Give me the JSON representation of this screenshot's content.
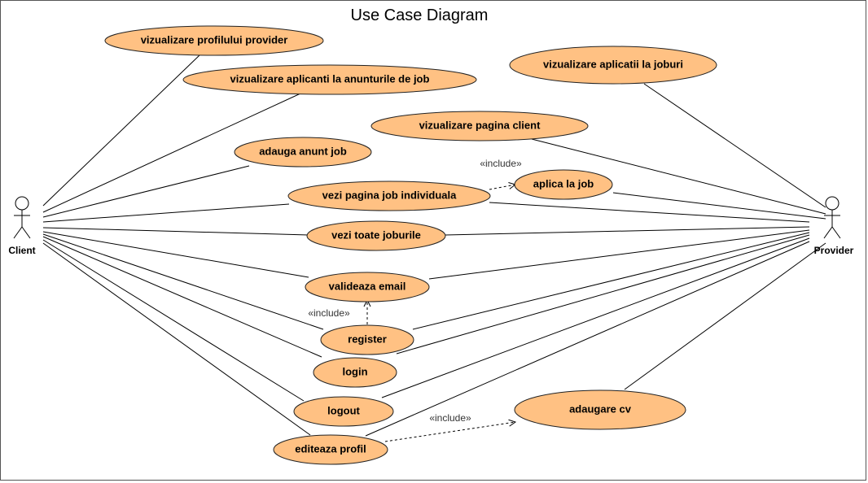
{
  "title": "Use Case Diagram",
  "colors": {
    "usecase_fill": "#FFC183",
    "usecase_stroke": "#222222",
    "line": "#000000"
  },
  "actors": {
    "client": "Client",
    "provider": "Provider"
  },
  "use_cases": {
    "vizualizare_profil_provider": "vizualizare profilului provider",
    "vizualizare_aplicanti": "vizualizare aplicanti la anunturile de job",
    "vizualizare_aplicatii": "vizualizare aplicatii la joburi",
    "vizualizare_pagina_client": "vizualizare pagina client",
    "adauga_anunt": "adauga anunt job",
    "aplica_job": "aplica la job",
    "vezi_job_individual": "vezi pagina job individuala",
    "vezi_toate_joburile": "vezi toate joburile",
    "valideaza_email": "valideaza email",
    "register": "register",
    "login": "login",
    "logout": "logout",
    "adaugare_cv": "adaugare cv",
    "editeaza_profil": "editeaza profil"
  },
  "relations": {
    "include": "«include»"
  }
}
